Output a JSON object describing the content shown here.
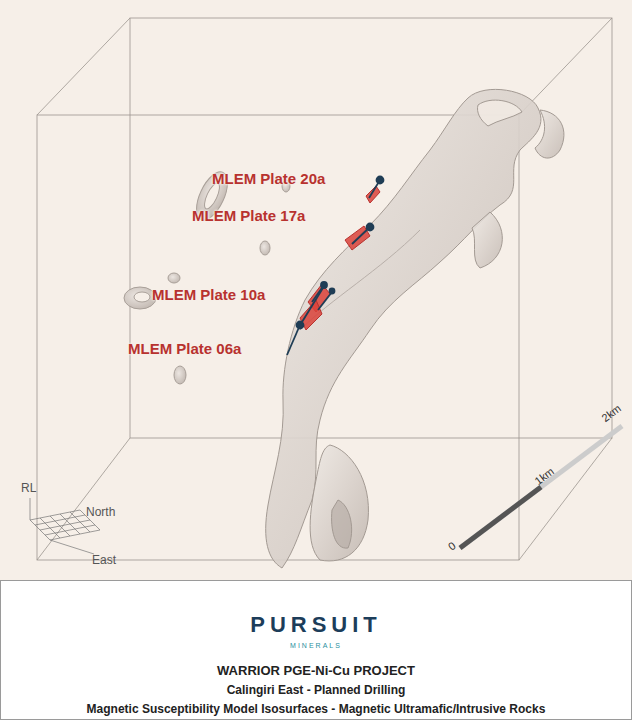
{
  "diagram": {
    "title": "WARRIOR PGE-Ni-Cu PROJECT",
    "labels": [
      "MLEM Plate 20a",
      "MLEM Plate 17a",
      "MLEM Plate 10a",
      "MLEM Plate 06a",
      "RL",
      "North",
      "East",
      "0",
      "1km",
      "2km",
      "PURSUIT",
      "MINERALS",
      "Calingiri East - Planned Drilling",
      "Magnetic Susceptibility Model Isosurfaces - Magnetic Ultramafic/Intrusive Rocks"
    ]
  }
}
